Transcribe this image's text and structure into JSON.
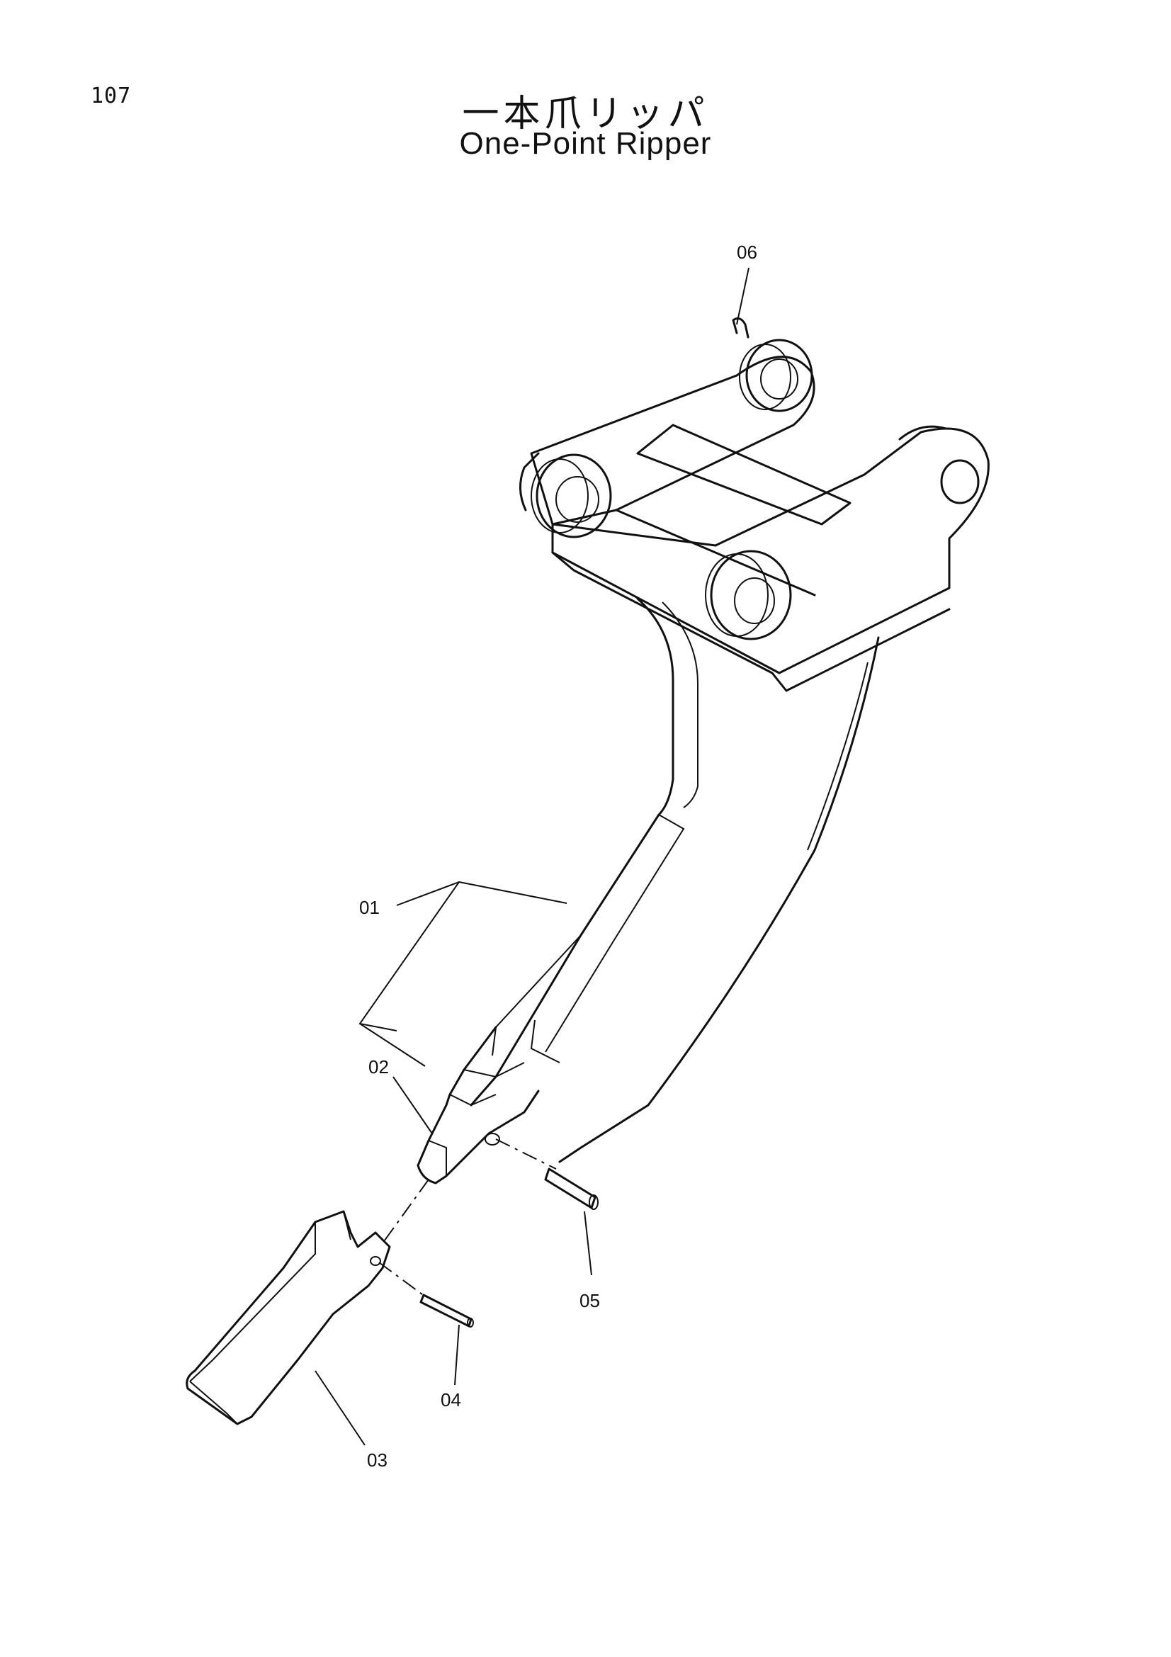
{
  "page_number": "107",
  "title": {
    "japanese": "一本爪リッパ",
    "english": "One-Point Ripper"
  },
  "callouts": [
    "06",
    "01",
    "02",
    "05",
    "04",
    "03"
  ]
}
